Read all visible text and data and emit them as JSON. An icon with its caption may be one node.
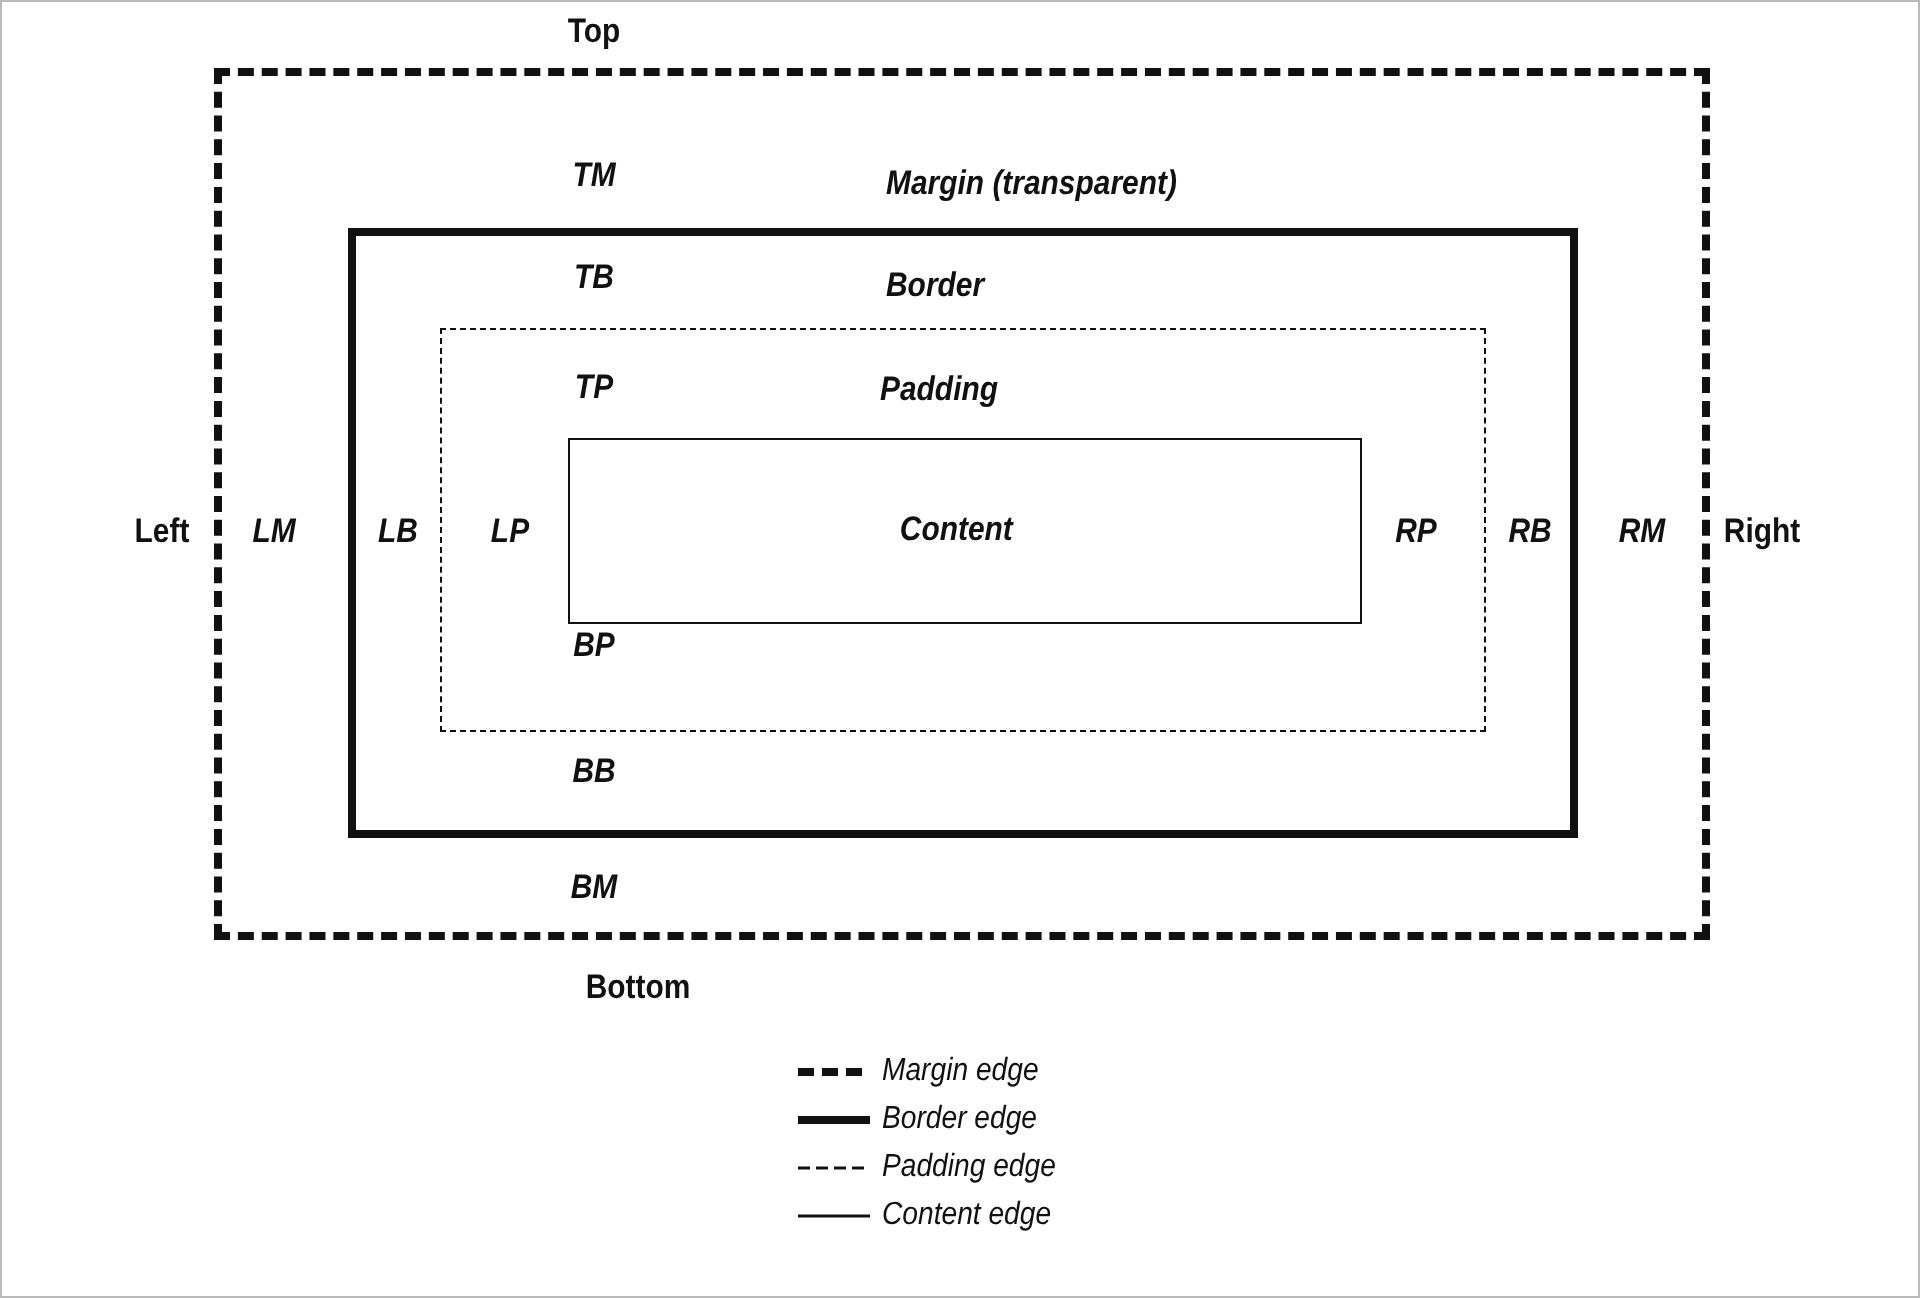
{
  "diagram": {
    "nodes": [
      {
        "text": [
          "Margin (transparent)"
        ]
      },
      {
        "text": [
          "Border"
        ],
        "in": 0
      },
      {
        "text": [
          "Padding"
        ],
        "in": 1
      },
      {
        "text": [
          "Content"
        ],
        "in": 2
      }
    ],
    "labels": [
      "Top",
      "TM",
      "TB",
      "TP",
      "Left",
      "LM",
      "LB",
      "LP",
      "RP",
      "RB",
      "RM",
      "Right",
      "BP",
      "BB",
      "BM",
      "Bottom"
    ],
    "legend": [
      {
        "text": "Margin edge"
      },
      {
        "text": "Border edge"
      },
      {
        "text": "Padding edge"
      },
      {
        "text": "Content edge"
      }
    ]
  }
}
